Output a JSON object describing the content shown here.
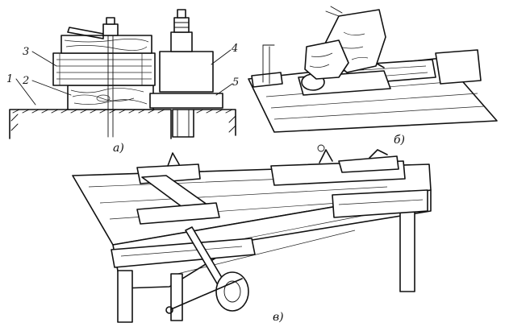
{
  "labels": {
    "n1": "1",
    "n2": "2",
    "n3": "3",
    "n4": "4",
    "n5": "5"
  },
  "captions": {
    "a": "а)",
    "b": "б)",
    "v": "в)"
  }
}
